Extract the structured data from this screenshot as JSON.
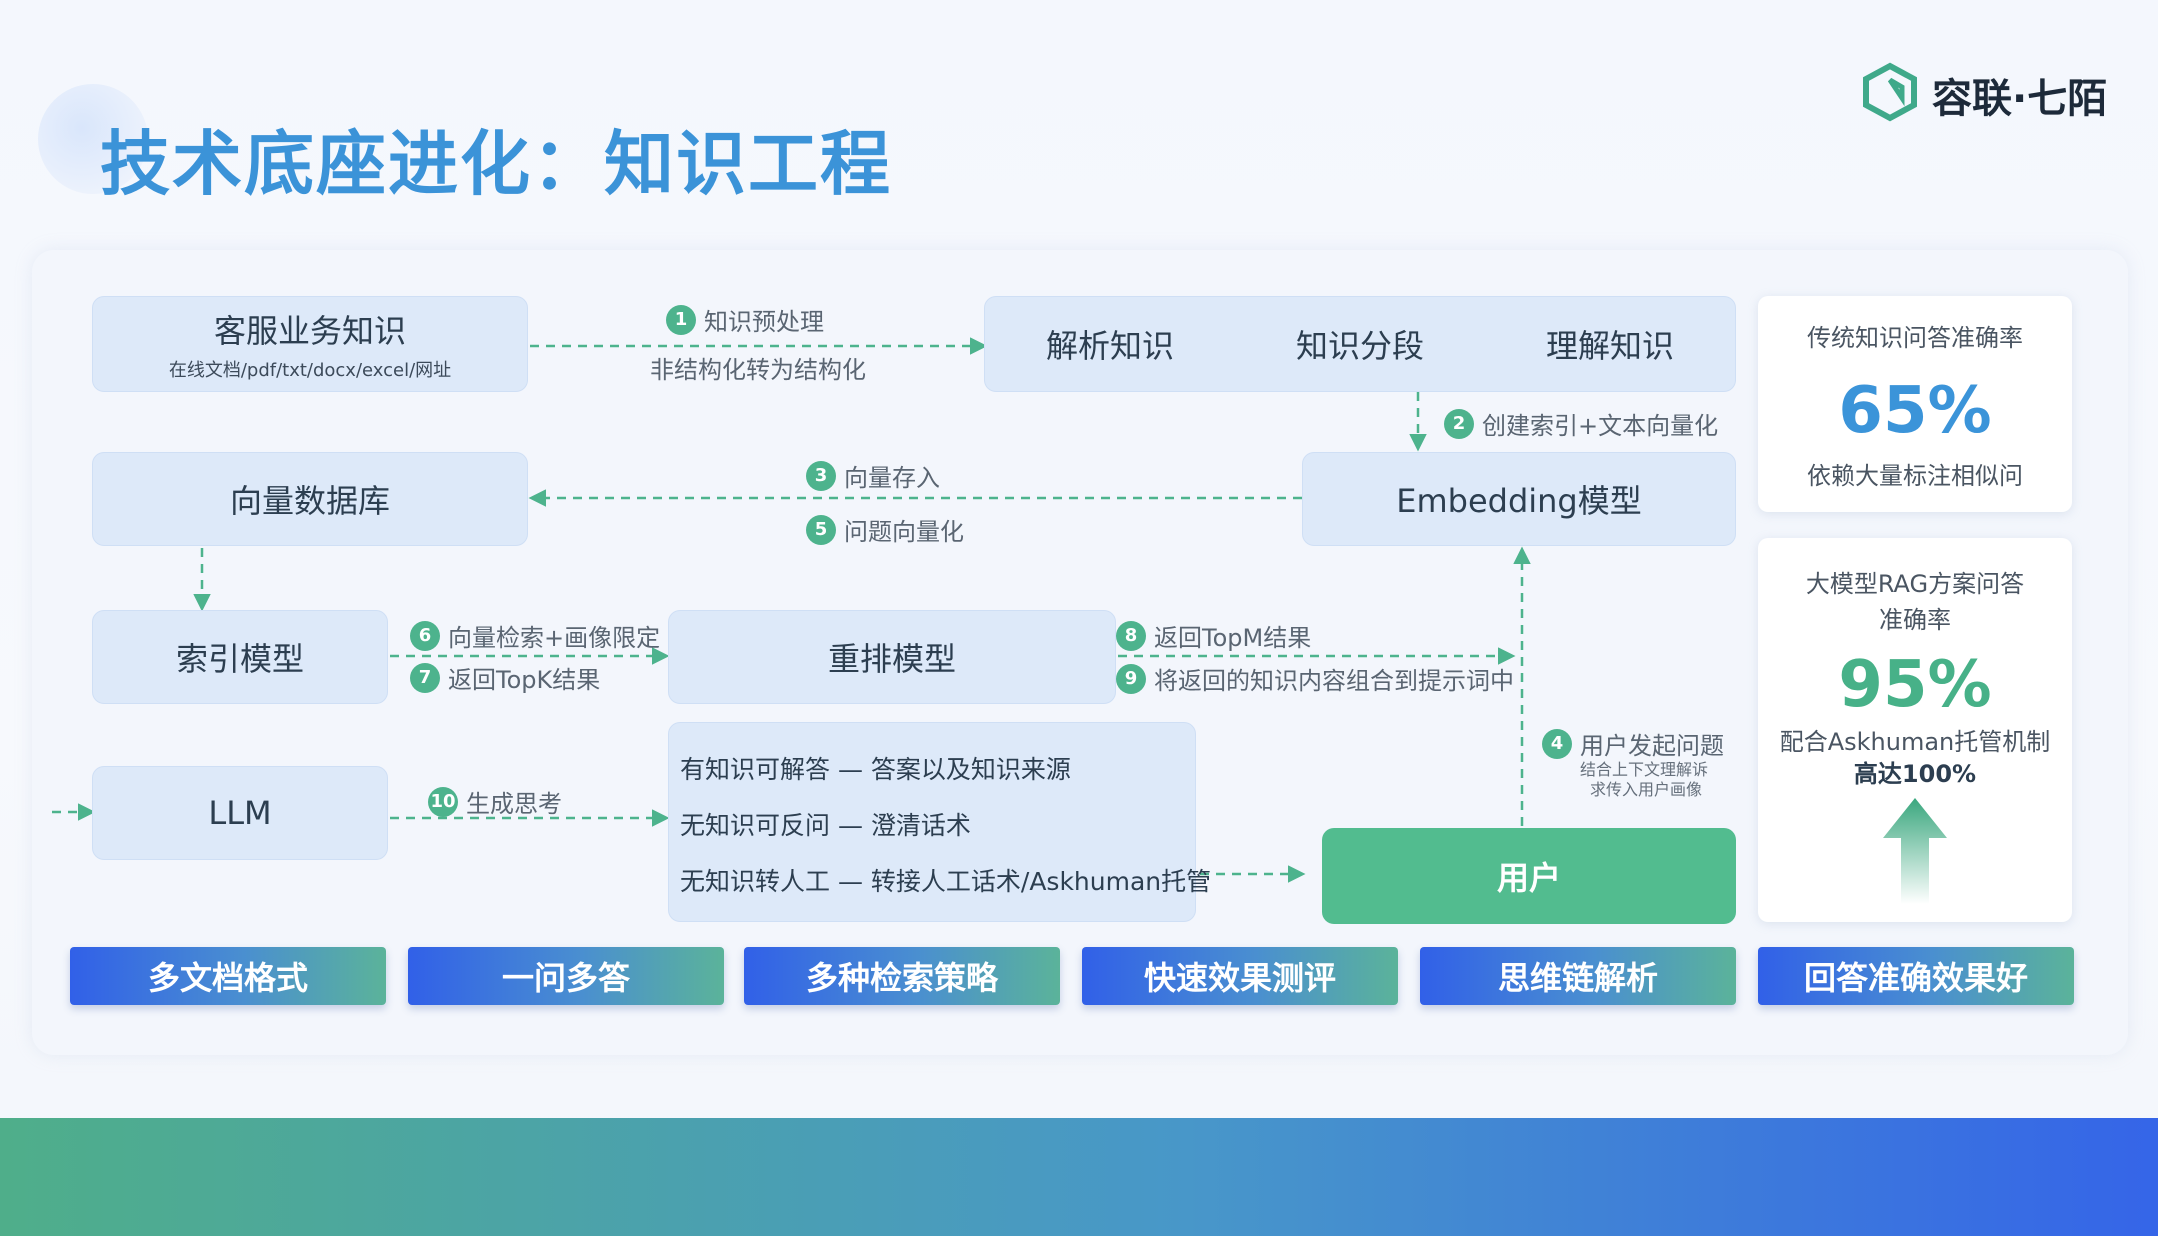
{
  "title": "技术底座进化：知识工程",
  "logo": {
    "text": "容联·七陌",
    "icon": "hexagon-logo-icon",
    "color": "#3fa98a"
  },
  "nodes": {
    "kb_title": "客服业务知识",
    "kb_sub": "在线文档/pdf/txt/docx/excel/网址",
    "parse": "解析知识",
    "segment": "知识分段",
    "understand": "理解知识",
    "vector_db": "向量数据库",
    "embedding": "Embedding模型",
    "index_model": "索引模型",
    "rerank": "重排模型",
    "llm": "LLM",
    "user": "用户"
  },
  "steps": {
    "s1": {
      "num": "1",
      "label": "知识预处理",
      "sub": "非结构化转为结构化"
    },
    "s2": {
      "num": "2",
      "label": "创建索引+文本向量化"
    },
    "s3": {
      "num": "3",
      "label": "向量存入"
    },
    "s4": {
      "num": "4",
      "label": "用户发起问题",
      "sub1": "结合上下文理解诉",
      "sub2": "求传入用户画像"
    },
    "s5": {
      "num": "5",
      "label": "问题向量化"
    },
    "s6": {
      "num": "6",
      "label": "向量检索+画像限定"
    },
    "s7": {
      "num": "7",
      "label": "返回TopK结果"
    },
    "s8": {
      "num": "8",
      "label": "返回TopM结果"
    },
    "s9": {
      "num": "9",
      "label": "将返回的知识内容组合到提示词中"
    },
    "s10": {
      "num": "10",
      "label": "生成思考"
    }
  },
  "answers": [
    "有知识可解答 — 答案以及知识来源",
    "无知识可反问 — 澄清话术",
    "无知识转人工 — 转接人工话术/Askhuman托管"
  ],
  "cards": {
    "traditional": {
      "head": "传统知识问答准确率",
      "value": "65%",
      "note": "依赖大量标注相似问"
    },
    "rag": {
      "head1": "大模型RAG方案问答",
      "head2": "准确率",
      "value": "95%",
      "note1": "配合Askhuman托管机制",
      "note2": "高达100%"
    }
  },
  "features": [
    "多文档格式",
    "一问多答",
    "多种检索策略",
    "快速效果测评",
    "思维链解析",
    "回答准确效果好"
  ],
  "colors": {
    "title": "#3b93d8",
    "accent_green": "#4db38d",
    "arrow": "#4db38d",
    "box": "#dde9f9",
    "user": "#52bc8f"
  }
}
